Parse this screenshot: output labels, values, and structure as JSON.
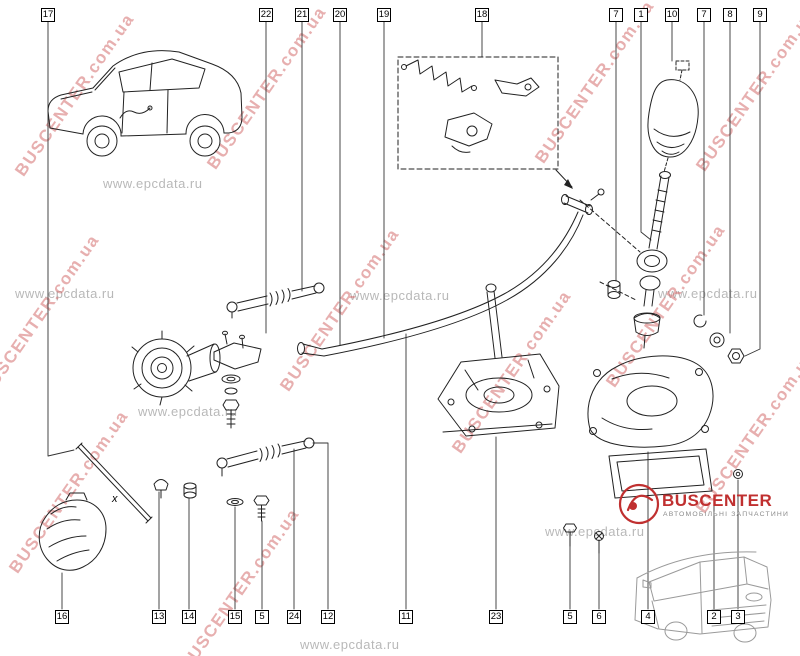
{
  "watermarks": {
    "red_text": "BUSCENTER.com.ua",
    "gray_text": "www.epcdata.ru"
  },
  "callouts": {
    "top": [
      "17",
      "22",
      "21",
      "20",
      "19",
      "18",
      "7",
      "1",
      "10",
      "7",
      "8",
      "9"
    ],
    "bottom": [
      "16",
      "13",
      "14",
      "15",
      "5",
      "24",
      "12",
      "11",
      "23",
      "5",
      "6",
      "4",
      "2",
      "3"
    ]
  },
  "labels": {
    "dimension": "x"
  },
  "logo": {
    "name": "BUSCENTER",
    "tagline": "АВТОМОБІЛЬНІ ЗАПЧАСТИНИ"
  }
}
